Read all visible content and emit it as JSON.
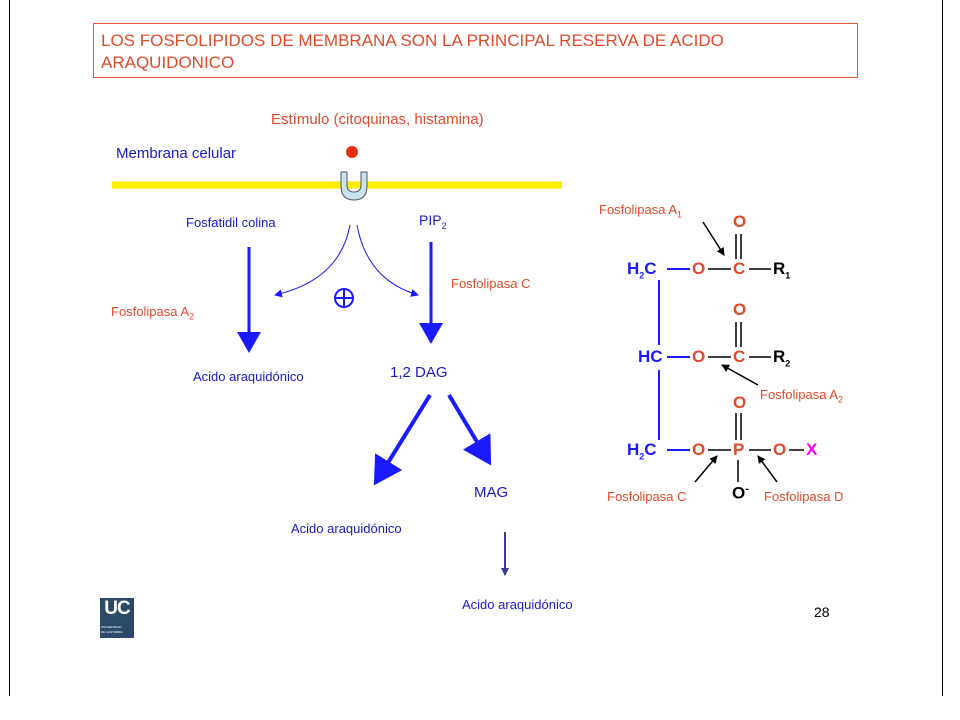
{
  "title": "LOS FOSFOLIPIDOS DE MEMBRANA SON LA PRINCIPAL RESERVA DE ACIDO ARAQUIDONICO",
  "pathway": {
    "stimulus": "Estímulo (citoquinas, histamina)",
    "membrane": "Membrana celular",
    "phosphatidylcholine": "Fosfatidil colina",
    "pip": "PIP",
    "pip_sub": "2",
    "plc": "Fosfolipasa C",
    "pla": "Fosfolipasa A",
    "pla_sub": "2",
    "plus_symbol": "⊕",
    "aa_left": "Acido araquidónico",
    "dag": "1,2 DAG",
    "mag": "MAG",
    "aa_middle": "Acido araquidónico",
    "aa_bottom": "Acido araquidónico"
  },
  "structure": {
    "pla1": "Fosfolipasa A",
    "pla1_sub": "1",
    "pla2": "Fosfolipasa A",
    "pla2_sub": "2",
    "plc": "Fosfolipasa C",
    "pld": "Fosfolipasa D",
    "h2c_top_h": "H",
    "h2c_top_sub": "2",
    "h2c_top_c": "C",
    "hc_mid": "HC",
    "h2c_bot_h": "H",
    "h2c_bot_sub": "2",
    "h2c_bot_c": "C",
    "o": "O",
    "c": "C",
    "p": "P",
    "r1": "R",
    "r1_sub": "1",
    "r2": "R",
    "r2_sub": "2",
    "x": "X",
    "o_minus": "O",
    "minus": "-"
  },
  "logo": {
    "text": "UC",
    "small_line1": "UNIVERSIDAD",
    "small_line2": "DE CANTABRIA"
  },
  "page_number": "28",
  "colors": {
    "red": "#e04a2a",
    "blue": "#1a1aff",
    "membrane": "#ffee00",
    "magenta": "#ff00ff"
  }
}
